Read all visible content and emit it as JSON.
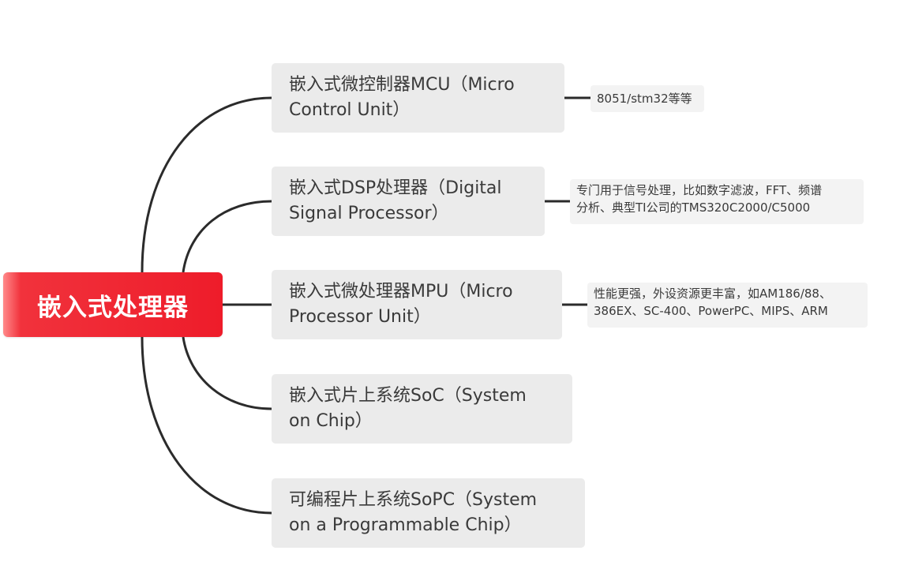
{
  "root": {
    "label": "嵌入式处理器"
  },
  "branches": [
    {
      "line1": "嵌入式微控制器MCU（Micro",
      "line2": "Control Unit）",
      "note": {
        "line1": "8051/stm32等等",
        "line2": ""
      }
    },
    {
      "line1": "嵌入式DSP处理器（Digital",
      "line2": "Signal Processor）",
      "note": {
        "line1": "专门用于信号处理，比如数字滤波，FFT、频谱",
        "line2": "分析、典型TI公司的TMS320C2000/C5000"
      }
    },
    {
      "line1": "嵌入式微处理器MPU（Micro",
      "line2": "Processor Unit）",
      "note": {
        "line1": "性能更强，外设资源更丰富，如AM186/88、",
        "line2": "386EX、SC-400、PowerPC、MIPS、ARM"
      }
    },
    {
      "line1": "嵌入式片上系统SoC（System",
      "line2": "on Chip）"
    },
    {
      "line1": "可编程片上系统SoPC（System",
      "line2": "on a Programmable Chip）"
    }
  ],
  "colors": {
    "root_fill": "#ee1c2a",
    "branch_fill": "#ebebeb",
    "note_fill": "#f3f3f3",
    "connector": "#2b2b2b",
    "text": "#3a3a3a"
  }
}
